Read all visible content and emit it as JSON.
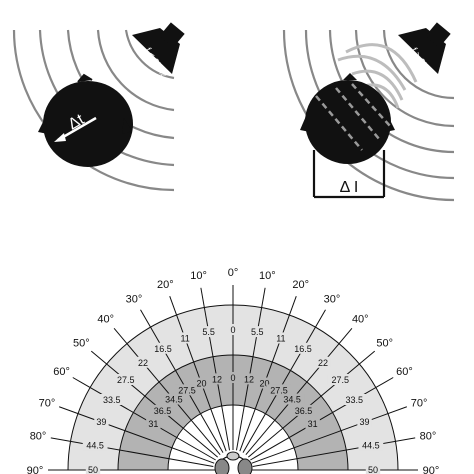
{
  "top_left": {
    "speaker_label": "f < 2kHz",
    "head_label": "Δt"
  },
  "top_right": {
    "speaker_label": "f > 2kHz",
    "head_label": "Δ I"
  },
  "polar": {
    "left_angles": [
      "90°",
      "80°",
      "70°",
      "60°",
      "50°",
      "40°",
      "30°",
      "20°",
      "10°",
      "0°"
    ],
    "right_angles": [
      "10°",
      "20°",
      "30°",
      "40°",
      "50°",
      "60°",
      "70°",
      "80°",
      "90°"
    ],
    "outer_values_left": [
      "50",
      "44.5",
      "39",
      "33.5",
      "27.5",
      "22",
      "16.5",
      "11",
      "5.5",
      "0"
    ],
    "outer_values_right": [
      "5.5",
      "11",
      "16.5",
      "22",
      "27.5",
      "33.5",
      "39",
      "44.5",
      "50"
    ],
    "inner_values_left": [
      "31",
      "36.5",
      "34.5",
      "27.5",
      "20",
      "12",
      "0"
    ],
    "inner_values_right": [
      "12",
      "20",
      "27.5",
      "34.5",
      "36.5",
      "31"
    ],
    "colors": {
      "outer_band": "#e3e3e3",
      "inner_band": "#b3b3b3",
      "core": "#ffffff",
      "ink": "#111111",
      "wave": "#888888",
      "wave_light": "#bdbdbd"
    }
  }
}
